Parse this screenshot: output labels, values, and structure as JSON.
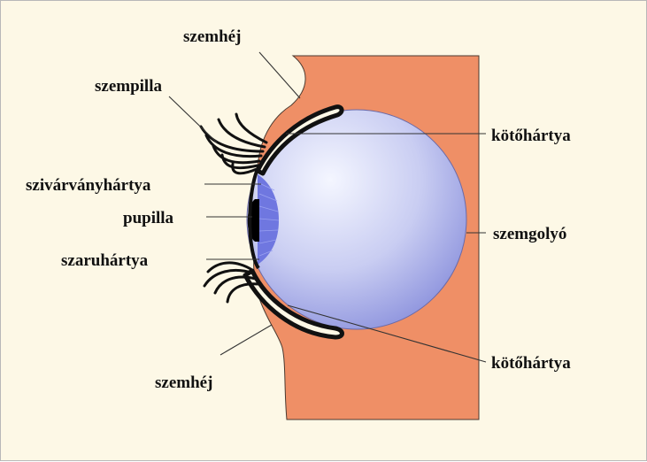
{
  "labels": {
    "eyelid_upper": "szemhéj",
    "eyelash": "szempilla",
    "iris": "szivárványhártya",
    "pupil": "pupilla",
    "cornea": "szaruhártya",
    "eyelid_lower": "szemhéj",
    "conjunctiva_upper": "kötőhártya",
    "eyeball": "szemgolyó",
    "conjunctiva_lower": "kötőhártya"
  },
  "colors": {
    "background": "#fdf8e6",
    "tissue": "#ef8f66",
    "eyeball_light": "#f4f6ff",
    "eyeball_dark": "#8c92dd",
    "iris": "#6f77e0",
    "lid_rim": "#111111",
    "lid_inner": "#fdf8e6"
  }
}
